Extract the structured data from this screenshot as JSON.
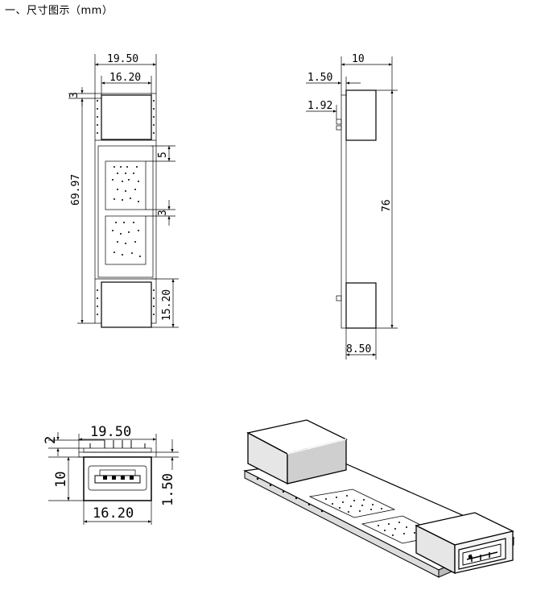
{
  "header": {
    "title": "一、尺寸图示（mm）"
  },
  "top_view": {
    "width_outer": "19.50",
    "width_inner": "16.20",
    "top_gap": "3",
    "length": "69.97",
    "pad_gap_top": "5",
    "pad_gap_mid": "3",
    "connector_len": "15.20"
  },
  "side_view": {
    "height_total": "10",
    "board_offset": "1.50",
    "pin_offset": "1.92",
    "length": "76",
    "connector_depth": "8.50"
  },
  "front_view": {
    "width_outer": "19.50",
    "width_inner": "16.20",
    "pin_height": "2",
    "height": "10",
    "board_thickness": "1.50"
  }
}
